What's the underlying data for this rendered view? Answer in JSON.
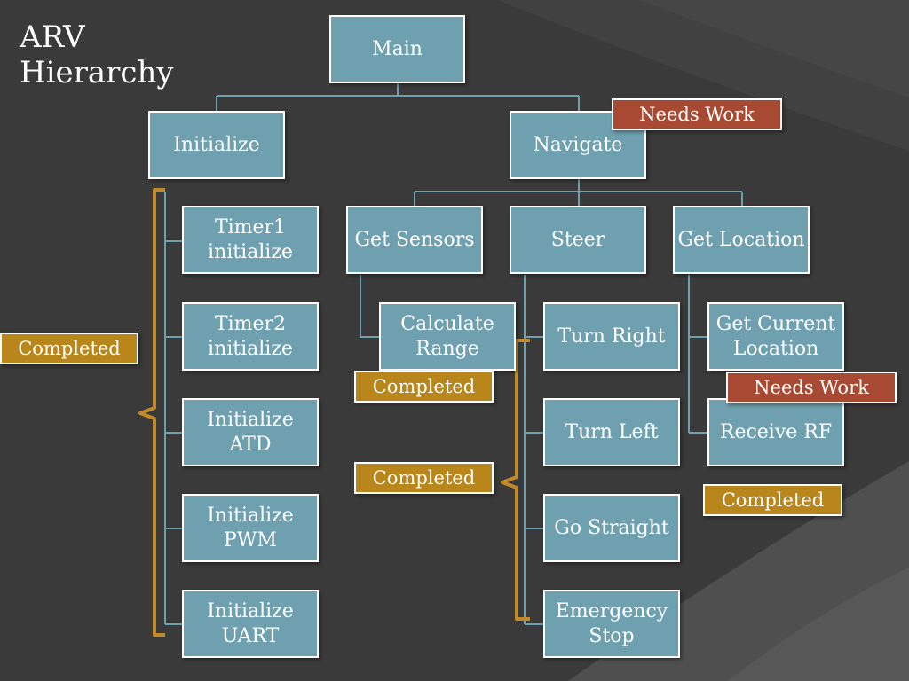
{
  "title": {
    "line1": "ARV",
    "line2": "Hierarchy"
  },
  "nodes": {
    "main": "Main",
    "initialize": "Initialize",
    "navigate": "Navigate",
    "timer1": "Timer1 initialize",
    "timer2": "Timer2 initialize",
    "atd": "Initialize ATD",
    "pwm": "Initialize PWM",
    "uart": "Initialize UART",
    "get_sensors": "Get Sensors",
    "steer": "Steer",
    "get_location": "Get Location",
    "calculate_range": "Calculate Range",
    "turn_right": "Turn Right",
    "turn_left": "Turn Left",
    "go_straight": "Go Straight",
    "emergency_stop": "Emergency Stop",
    "get_current_location": "Get Current Location",
    "receive_rf": "Receive RF"
  },
  "tags": {
    "navigate_status": "Needs Work",
    "initialize_status": "Completed",
    "calculate_range_status": "Completed",
    "steer_status": "Completed",
    "get_current_location_status": "Needs Work",
    "receive_rf_status": "Completed"
  },
  "colors": {
    "background": "#3a3a3a",
    "node_fill": "#6fa0b0",
    "completed": "#b8861a",
    "needs_work": "#a84a33",
    "bracket": "#c08a2a"
  }
}
